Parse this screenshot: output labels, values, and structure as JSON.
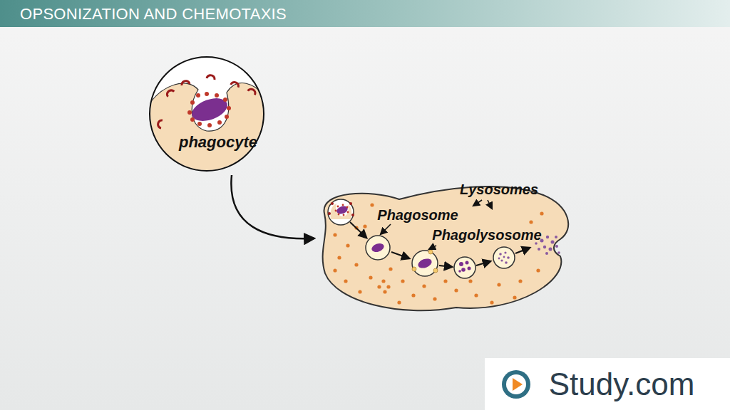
{
  "diagram": {
    "title": "OPSONIZATION AND CHEMOTAXIS",
    "nodes": [
      {
        "text": [
          "phagocyte"
        ]
      }
    ],
    "labels": [
      "Lysosomes",
      "Phagosome",
      "Phagolysosome",
      "Study.com"
    ]
  }
}
